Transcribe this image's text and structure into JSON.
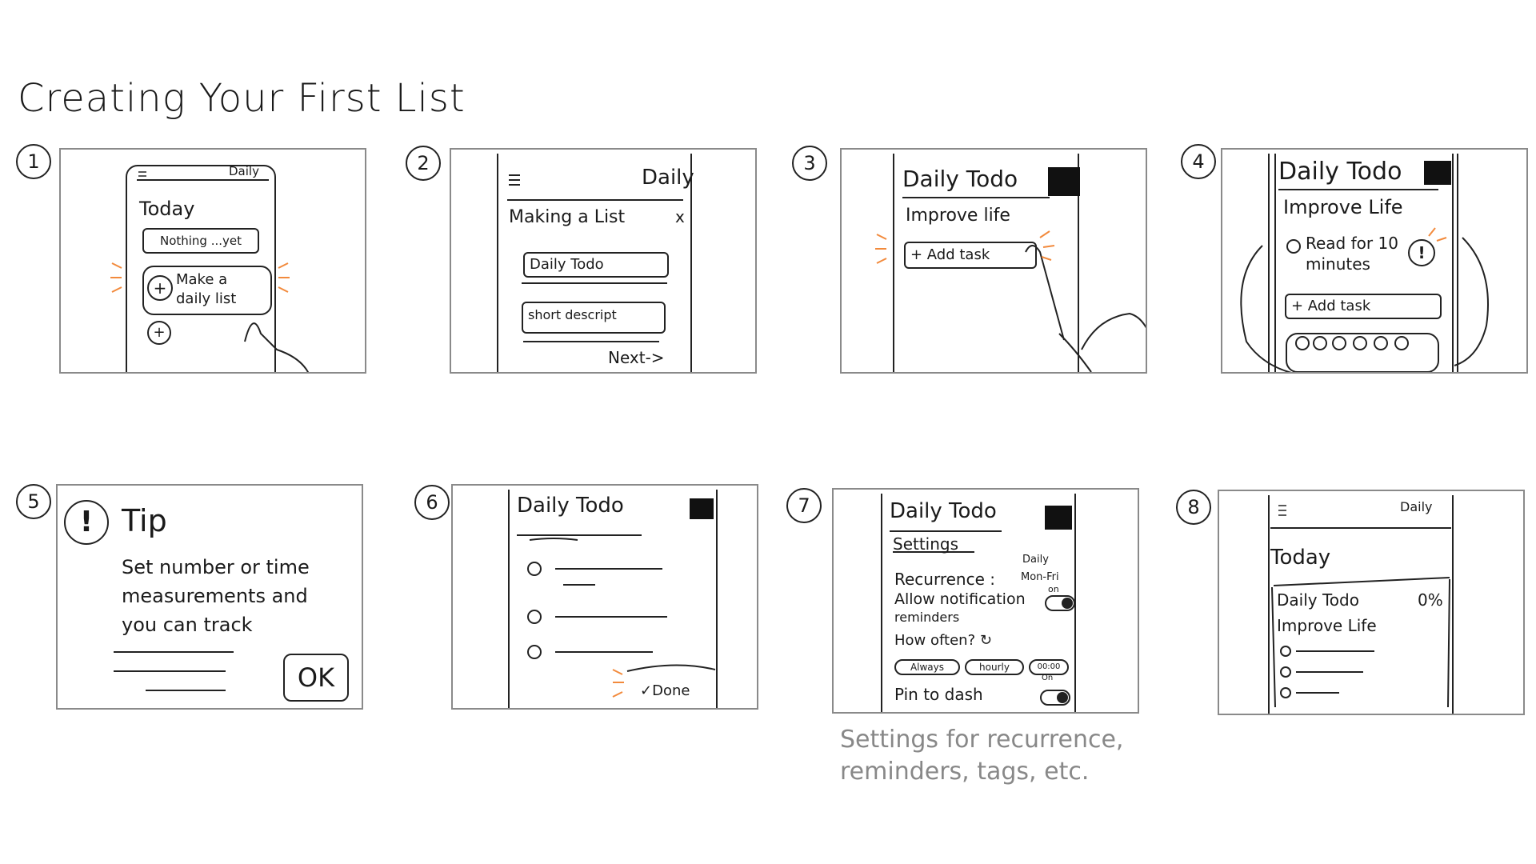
{
  "title": "Creating Your First List",
  "accent_color": "#f28a3c",
  "panels": {
    "p1": {
      "number": "1",
      "header": "Daily",
      "today": "Today",
      "empty": "Nothing ...yet",
      "cta": "Make a daily list",
      "plus": "+"
    },
    "p2": {
      "number": "2",
      "header": "Daily",
      "title": "Making a List",
      "close": "x",
      "name_value": "Daily Todo",
      "desc_value": "short descript",
      "next": "Next->"
    },
    "p3": {
      "number": "3",
      "title": "Daily Todo",
      "subtitle": "Improve life",
      "add_task": "+ Add task"
    },
    "p4": {
      "number": "4",
      "title": "Daily Todo",
      "subtitle": "Improve Life",
      "task": "Read for 10 minutes",
      "add_task": "+ Add task",
      "alert": "!"
    },
    "p5": {
      "number": "5",
      "alert": "!",
      "heading": "Tip",
      "body": "Set number or time measurements and you can track",
      "ok": "OK"
    },
    "p6": {
      "number": "6",
      "title": "Daily Todo",
      "done": "✓Done"
    },
    "p7": {
      "number": "7",
      "title": "Daily Todo",
      "settings": "Settings",
      "recurrence_label": "Recurrence :",
      "recurrence_value_1": "Daily",
      "recurrence_value_2": "Mon-Fri",
      "notif_label": "Allow notification",
      "notif_label_2": "reminders",
      "notif_state": "on",
      "how_often": "How often? ↻",
      "opt_always": "Always",
      "opt_hourly": "hourly",
      "opt_other": "00:00",
      "opt_other_state": "On",
      "pin": "Pin to dash"
    },
    "p8": {
      "number": "8",
      "header": "Daily",
      "today": "Today",
      "list_name": "Daily Todo",
      "percent": "0%",
      "subtitle": "Improve Life"
    }
  },
  "caption": "Settings for recurrence, reminders, tags, etc."
}
